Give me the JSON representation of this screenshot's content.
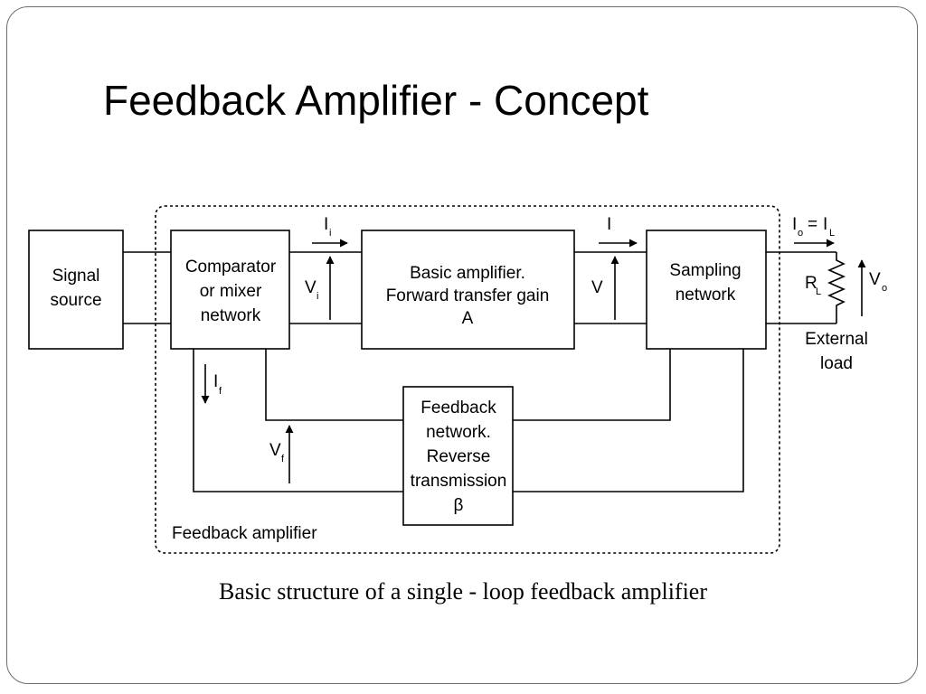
{
  "slide": {
    "title": "Feedback Amplifier - Concept",
    "caption": "Basic structure of a single - loop feedback amplifier"
  },
  "diagram": {
    "blocks": {
      "signal_source": [
        "Signal",
        "source"
      ],
      "comparator": [
        "Comparator",
        "or mixer",
        "network"
      ],
      "basic_amplifier": [
        "Basic amplifier.",
        "Forward transfer gain",
        "A"
      ],
      "sampling": [
        "Sampling",
        "network"
      ],
      "feedback_network": [
        "Feedback",
        "network.",
        "Reverse",
        "transmission",
        "β"
      ]
    },
    "labels": {
      "input_current": "I",
      "input_current_sub": "i",
      "input_voltage": "V",
      "input_voltage_sub": "i",
      "output_current": "I",
      "output_voltage": "V",
      "load_current_left": "I",
      "load_current_left_sub": "o",
      "load_current_equals": "=",
      "load_current_right": "I",
      "load_current_right_sub": "L",
      "load_resistor": "R",
      "load_resistor_sub": "L",
      "load_voltage": "V",
      "load_voltage_sub": "o",
      "external_load": [
        "External",
        "load"
      ],
      "feedback_current": "I",
      "feedback_current_sub": "f",
      "feedback_voltage": "V",
      "feedback_voltage_sub": "f",
      "feedback_amplifier": "Feedback amplifier"
    }
  }
}
